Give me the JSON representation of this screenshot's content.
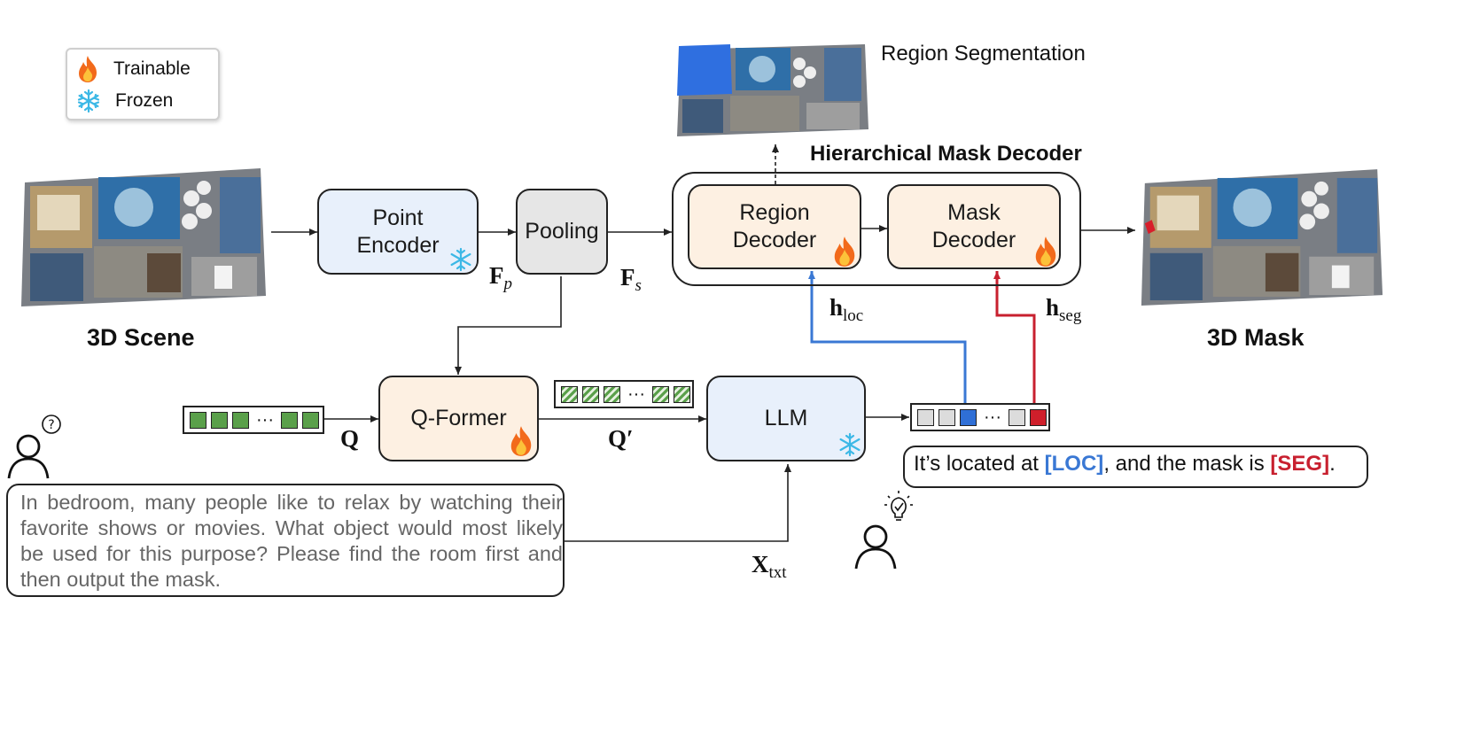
{
  "legend": {
    "trainable": "Trainable",
    "frozen": "Frozen"
  },
  "region_seg_label": "Region Segmentation",
  "hmd_title": "Hierarchical Mask Decoder",
  "scene_label": "3D Scene",
  "mask_label": "3D Mask",
  "modules": {
    "point_encoder": [
      "Point",
      "Encoder"
    ],
    "pooling": "Pooling",
    "region_decoder": [
      "Region",
      "Decoder"
    ],
    "mask_decoder": [
      "Mask",
      "Decoder"
    ],
    "qformer": "Q-Former",
    "llm": "LLM"
  },
  "symbols": {
    "fp": {
      "main": "F",
      "sub": "p"
    },
    "fs": {
      "main": "F",
      "sub": "s"
    },
    "hloc": {
      "main": "h",
      "sub": "loc"
    },
    "hseg": {
      "main": "h",
      "sub": "seg"
    },
    "q": "Q",
    "qprime": "Q′",
    "xtxt": {
      "main": "X",
      "sub": "txt"
    }
  },
  "dots": "···",
  "prompt": "In bedroom, many people like to relax by watching their favorite shows or movies. What object would most likely be used for this purpose? Please find the room first and then output the mask.",
  "answer": {
    "pre": "It’s located at ",
    "loc": "[LOC]",
    "mid": ", and the mask is ",
    "seg": "[SEG]",
    "post": "."
  },
  "user_question_mark": "?",
  "colors": {
    "loc": "#3a78d4",
    "seg": "#c8202f",
    "trainable_bg": "#fdf0e2",
    "frozen_bg": "#e8f0fb"
  },
  "icons": [
    "fire-icon",
    "snowflake-icon",
    "user-icon",
    "lightbulb-icon"
  ]
}
